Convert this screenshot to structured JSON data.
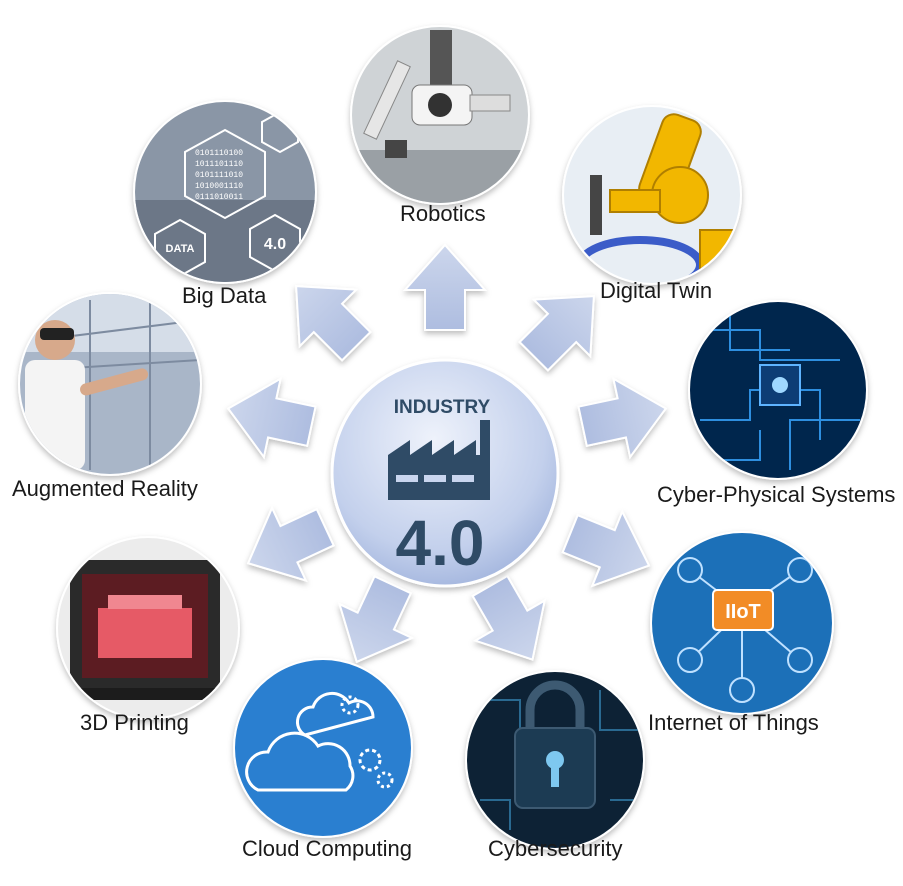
{
  "center": {
    "title": "INDUSTRY",
    "version": "4.0",
    "icon": "factory-icon"
  },
  "nodes": [
    {
      "id": "robotics",
      "label": "Robotics",
      "icon": "robot-arm-icon"
    },
    {
      "id": "digital-twin",
      "label": "Digital Twin",
      "icon": "industrial-robot-icon"
    },
    {
      "id": "cyber-physical",
      "label": "Cyber-Physical Systems",
      "icon": "circuit-board-icon"
    },
    {
      "id": "iot",
      "label": "Internet of Things",
      "icon": "iiot-network-icon",
      "badge": "IIoT"
    },
    {
      "id": "cybersecurity",
      "label": "Cybersecurity",
      "icon": "padlock-icon"
    },
    {
      "id": "cloud",
      "label": "Cloud Computing",
      "icon": "cloud-gears-icon"
    },
    {
      "id": "printing",
      "label": "3D Printing",
      "icon": "3d-printer-icon"
    },
    {
      "id": "ar",
      "label": "Augmented Reality",
      "icon": "ar-headset-icon"
    },
    {
      "id": "bigdata",
      "label": "Big Data",
      "icon": "binary-hexagon-icon",
      "badges": [
        "DATA",
        "4.0"
      ]
    }
  ],
  "colors": {
    "arrow": "#b9c6e3",
    "center_light": "#dde6f6",
    "center_dark": "#9fb2dc",
    "factory": "#2f4b66",
    "text": "#1a1a1a"
  }
}
